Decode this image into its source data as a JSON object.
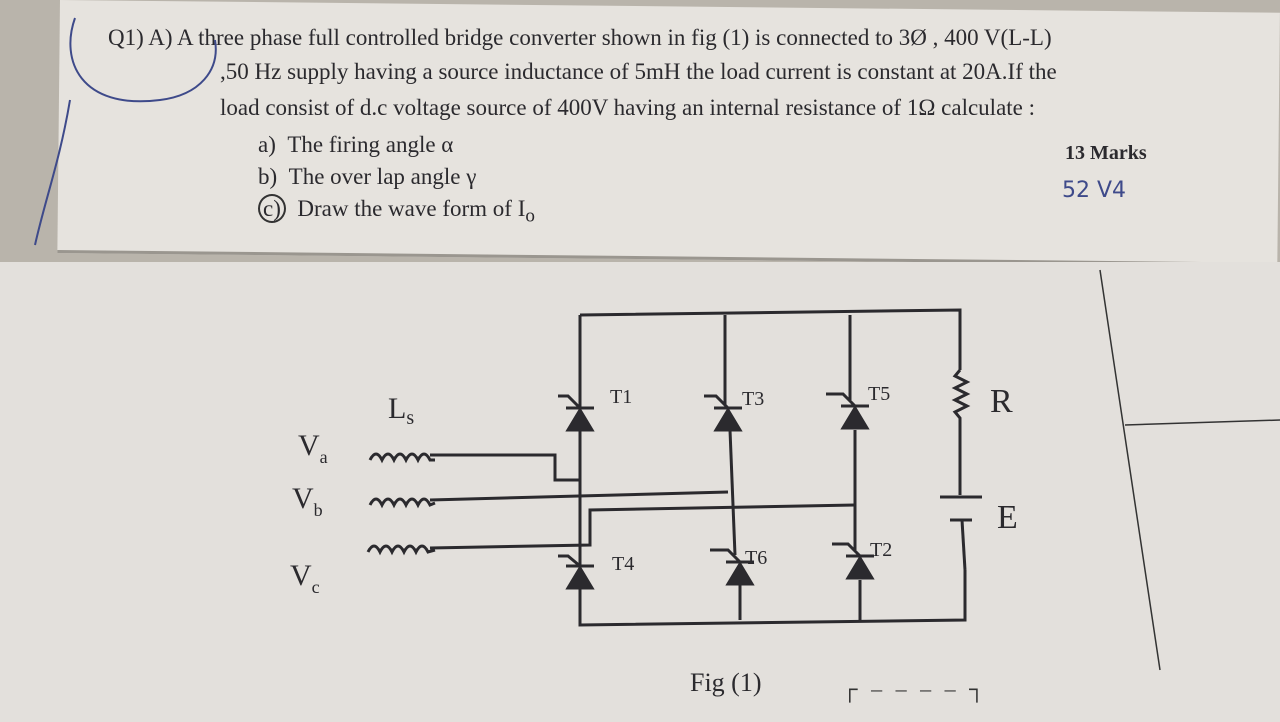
{
  "question": {
    "label": "Q1) A)",
    "line1": "A three phase full controlled bridge converter shown in fig (1) is connected to 3Ø , 400 V(L-L)",
    "line2": ",50 Hz supply having a source inductance of  5mH the load current is constant at 20A.If the",
    "line3": "load consist of d.c voltage source of 400V having an internal resistance of 1Ω calculate :",
    "parts": [
      {
        "label": "a)",
        "text": "The firing angle α"
      },
      {
        "label": "b)",
        "text": "The over lap angle γ"
      },
      {
        "label": "c)",
        "text": "Draw the wave form of I"
      }
    ],
    "part_c_subscript": "o",
    "marks": "13 Marks",
    "handwritten_note": "52 V4"
  },
  "figure": {
    "caption": "Fig (1)",
    "labels": {
      "Ls": "L",
      "Ls_sub": "s",
      "Va": "V",
      "Va_sub": "a",
      "Vb": "V",
      "Vb_sub": "b",
      "Vc": "V",
      "Vc_sub": "c",
      "T1": "T1",
      "T3": "T3",
      "T5": "T5",
      "T4": "T4",
      "T6": "T6",
      "T2": "T2",
      "R": "R",
      "E": "E"
    }
  }
}
